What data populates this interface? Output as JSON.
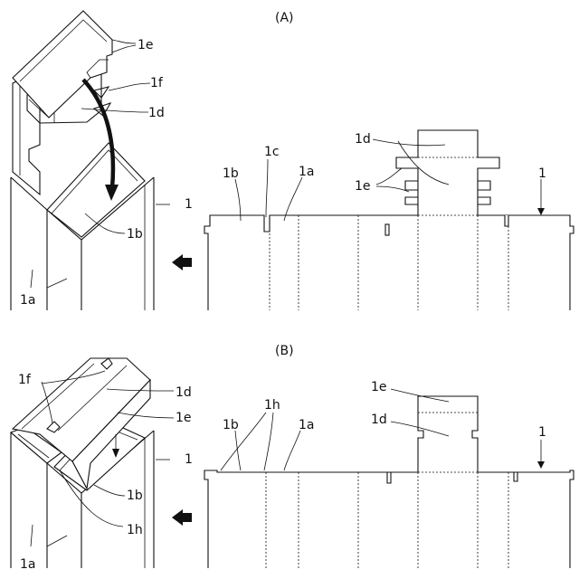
{
  "panels": [
    {
      "id": "A",
      "heading": "(A)",
      "labels": {
        "e": "1e",
        "f": "1f",
        "d": "1d",
        "box": "1",
        "b": "1b",
        "a": "1a",
        "flat_b": "1b",
        "flat_c": "1c",
        "flat_a": "1a",
        "flat_d": "1d",
        "flat_e": "1e",
        "flat_box": "1"
      }
    },
    {
      "id": "B",
      "heading": "(B)",
      "labels": {
        "f": "1f",
        "d": "1d",
        "e": "1e",
        "box": "1",
        "b": "1b",
        "h": "1h",
        "a": "1a",
        "flat_e": "1e",
        "flat_d": "1d",
        "flat_b": "1b",
        "flat_h": "1h",
        "flat_a": "1a",
        "flat_box": "1"
      }
    }
  ],
  "colors": {
    "line": "#111111",
    "background": "#ffffff"
  },
  "icons": {
    "direction_arrow": "left-arrow-icon",
    "fold_arrow": "curved-arrow-icon"
  }
}
